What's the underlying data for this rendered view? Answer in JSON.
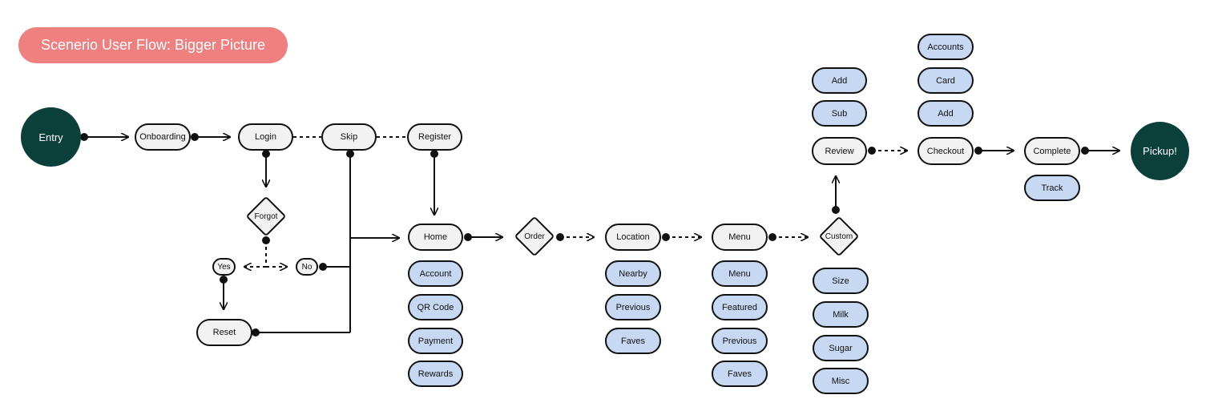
{
  "title": "Scenerio User Flow: Bigger Picture",
  "colors": {
    "title_bg": "#f08080",
    "terminal": "#0b3f3a",
    "node_bg": "#f2f2f2",
    "option_bg": "#c6d8f2",
    "stroke": "#111111"
  },
  "nodes": {
    "entry": "Entry",
    "onboarding": "Onboarding",
    "login": "Login",
    "skip": "Skip",
    "register": "Register",
    "forgot": "Forgot",
    "yes": "Yes",
    "no": "No",
    "reset": "Reset",
    "home": "Home",
    "order": "Order",
    "location": "Location",
    "menu": "Menu",
    "custom": "Custom",
    "review": "Review",
    "checkout": "Checkout",
    "complete": "Complete",
    "pickup": "Pickup!",
    "track": "Track"
  },
  "home_options": [
    "Account",
    "QR Code",
    "Payment",
    "Rewards"
  ],
  "location_options": [
    "Nearby",
    "Previous",
    "Faves"
  ],
  "menu_options": [
    "Menu",
    "Featured",
    "Previous",
    "Faves"
  ],
  "custom_options": [
    "Size",
    "Milk",
    "Sugar",
    "Misc"
  ],
  "review_options": [
    "Add",
    "Sub"
  ],
  "checkout_options": [
    "Accounts",
    "Card",
    "Add"
  ]
}
